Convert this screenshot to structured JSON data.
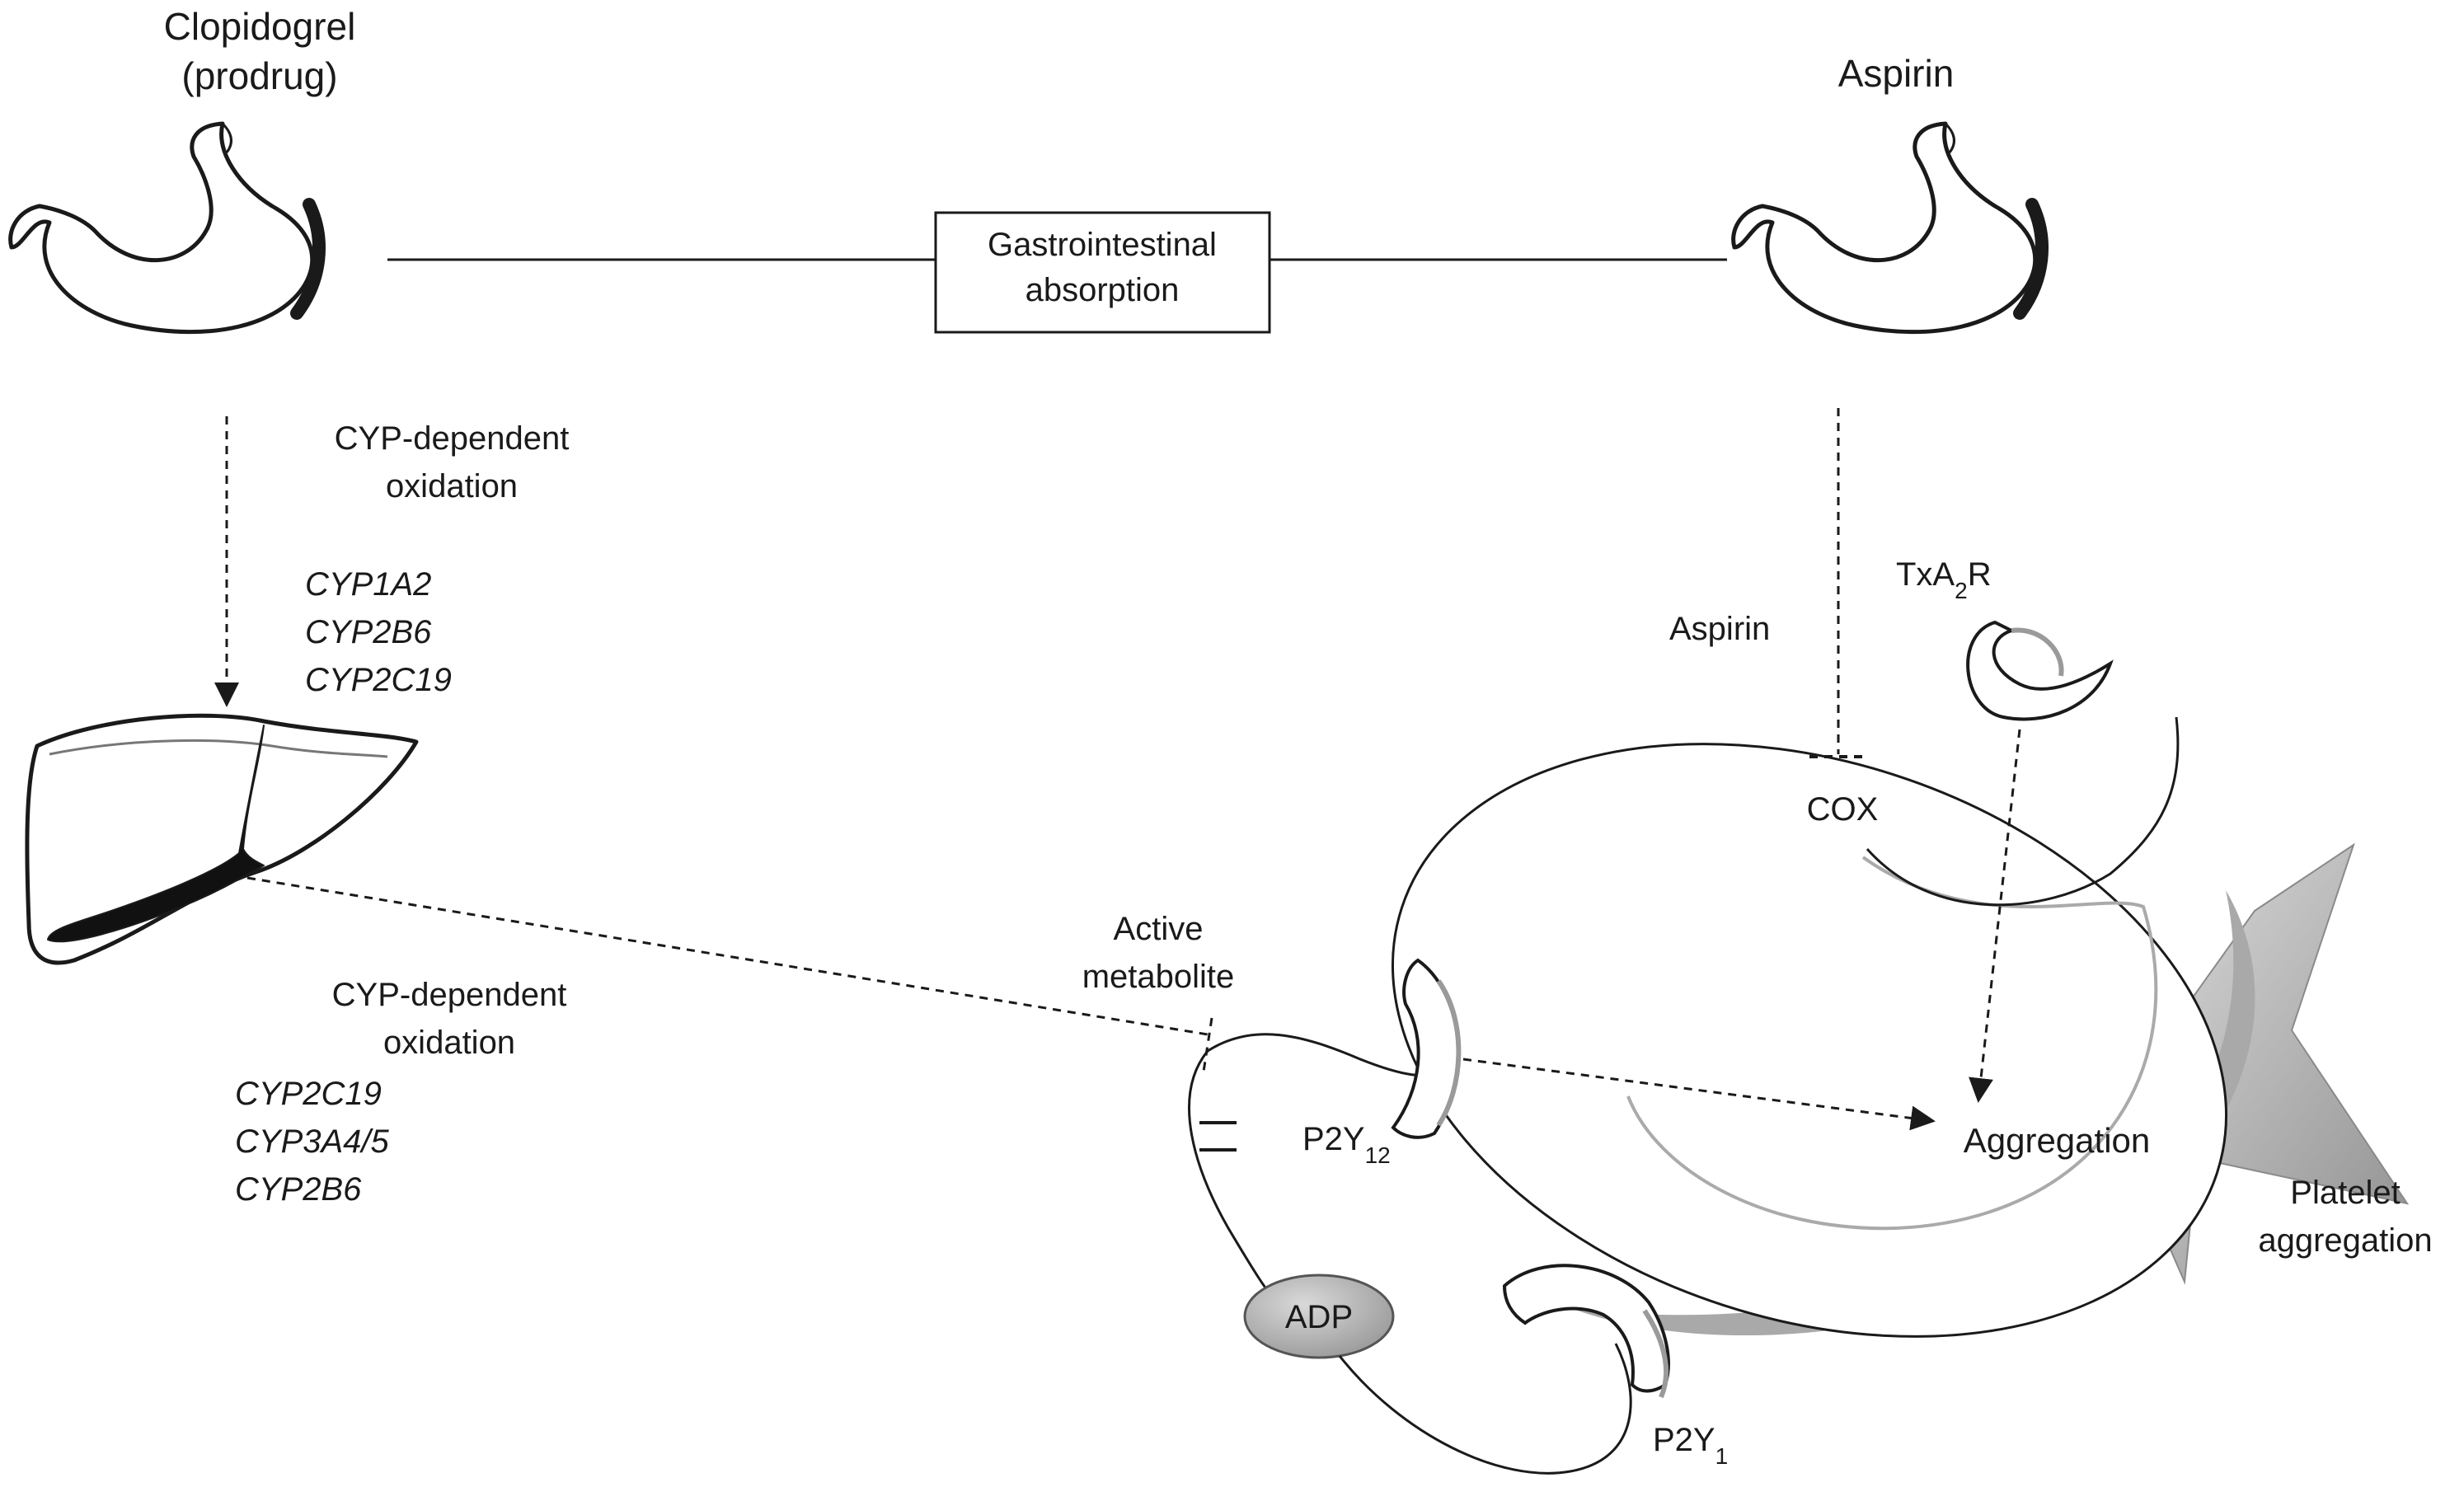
{
  "drugs": {
    "left_line1": "Clopidogrel",
    "left_line2": "(prodrug)",
    "right": "Aspirin"
  },
  "gi_box": {
    "line1": "Gastrointestinal",
    "line2": "absorption"
  },
  "step1": {
    "line1": "CYP-dependent",
    "line2": "oxidation",
    "enzymes": [
      "CYP1A2",
      "CYP2B6",
      "CYP2C19"
    ]
  },
  "step2": {
    "line1": "CYP-dependent",
    "line2": "oxidation",
    "enzymes": [
      "CYP2C19",
      "CYP3A4/5",
      "CYP2B6"
    ]
  },
  "active_metabolite": {
    "line1": "Active",
    "line2": "metabolite"
  },
  "aspirin_label": "Aspirin",
  "cox": "COX",
  "txa2r": {
    "base": "TxA",
    "sub": "2",
    "tail": "R"
  },
  "p2y12": {
    "base": "P2Y",
    "sub": "12"
  },
  "p2y1": {
    "base": "P2Y",
    "sub": "1"
  },
  "adp": "ADP",
  "aggregation": "Aggregation",
  "platelet_aggregation": {
    "line1": "Platelet",
    "line2": "aggregation"
  }
}
